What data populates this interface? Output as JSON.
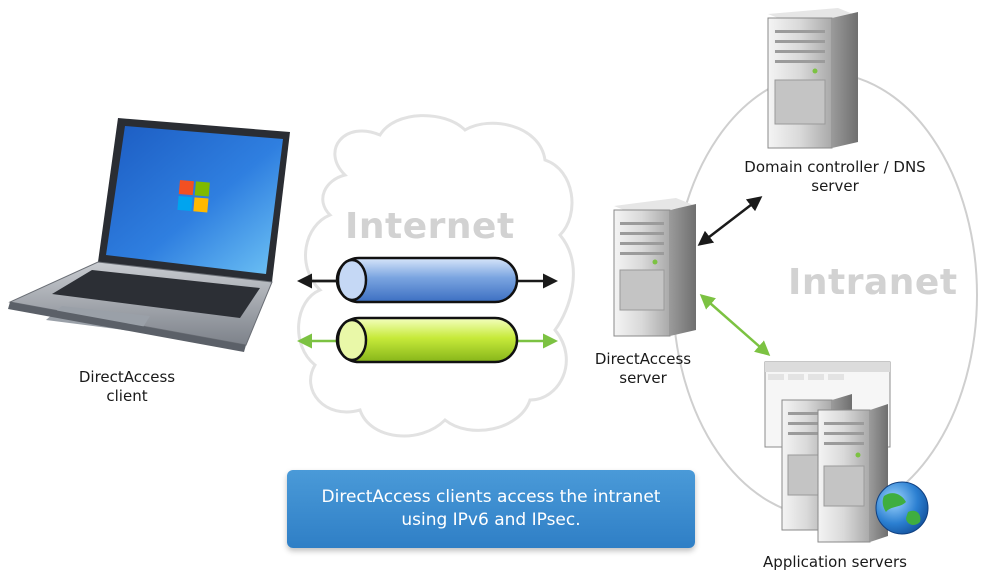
{
  "labels": {
    "internet": "Internet",
    "intranet": "Intranet",
    "client": "DirectAccess client",
    "da_server": "DirectAccess server",
    "domain_controller": "Domain controller / DNS server",
    "app_servers": "Application servers",
    "callout": "DirectAccess clients access the intranet using IPv6 and IPsec."
  },
  "colors": {
    "tunnel_blue": "#5d8fd6",
    "tunnel_green": "#b8e02c",
    "arrow_green": "#7cc242",
    "arrow_black": "#1a1a1a",
    "callout_bg": "#3a8ad0",
    "watermark_text": "#d2d2d2"
  },
  "icons": [
    "laptop-icon",
    "cloud-icon",
    "server-tower-icon",
    "globe-icon",
    "app-window-icon"
  ]
}
